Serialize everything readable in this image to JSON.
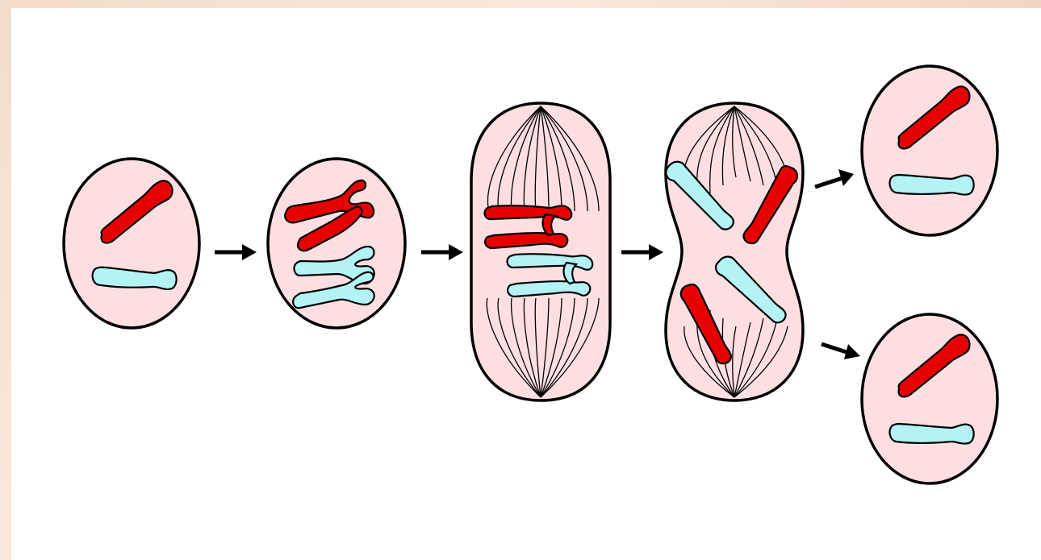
{
  "diagram": {
    "colors": {
      "background_border": "#f3dcc9",
      "panel": "#ffffff",
      "cell_fill": "#fddfe1",
      "outline": "#000000",
      "chromosome_red": "#e60000",
      "chromosome_cyan": "#b3f3f5",
      "arrow": "#000000"
    },
    "stages": [
      {
        "name": "interphase",
        "icon": "cell-interphase-icon"
      },
      {
        "name": "prophase",
        "icon": "cell-prophase-icon"
      },
      {
        "name": "metaphase",
        "icon": "cell-metaphase-icon"
      },
      {
        "name": "anaphase",
        "icon": "cell-anaphase-icon"
      },
      {
        "name": "daughter-cell-top",
        "icon": "daughter-cell-icon"
      },
      {
        "name": "daughter-cell-bottom",
        "icon": "daughter-cell-icon"
      }
    ],
    "arrow_icon": "right-arrow-icon"
  }
}
